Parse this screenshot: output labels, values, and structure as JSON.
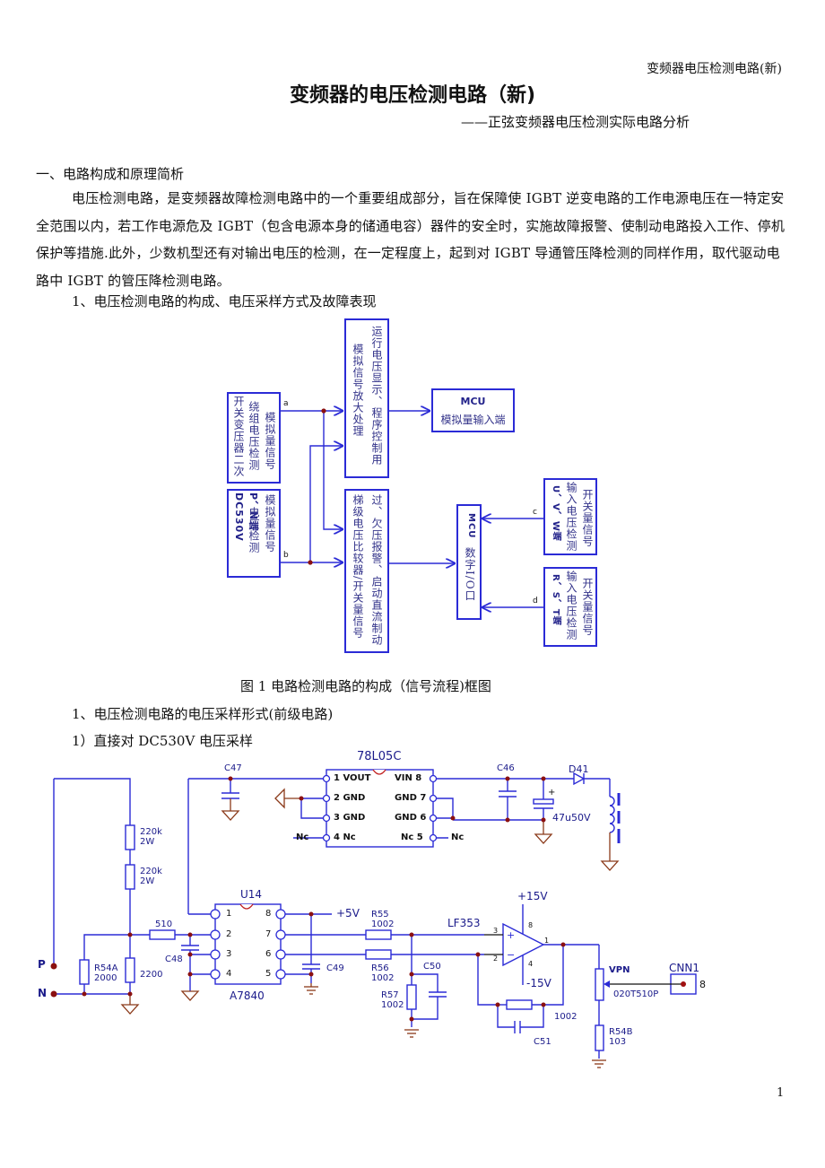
{
  "header": {
    "running_title": "变频器电压检测电路(新)"
  },
  "title": "变频器的电压检测电路（新)",
  "subtitle": "——正弦变频器电压检测实际电路分析",
  "section1": {
    "heading": "一、电路构成和原理简析",
    "paragraph": "电压检测电路，是变频器故障检测电路中的一个重要组成部分，旨在保障使 IGBT 逆变电路的工作电源电压在一特定安全范围以内，若工作电源危及 IGBT（包含电源本身的储通电容）器件的安全时，实施故障报警、使制动电路投入工作、停机保护等措施.此外，少数机型还有对输出电压的检测，在一定程度上，起到对 IGBT 导通管压降检测的同样作用，取代驱动电路中 IGBT 的管压降检测电路。",
    "sub1": "1、电压检测电路的构成、电压采样方式及故障表现"
  },
  "block_diagram": {
    "box_transformer": {
      "col1": "开关变压器二次",
      "col2": "绕组电压检测",
      "col3": "模拟量信号"
    },
    "box_pn": {
      "col1": "P、N端DC530V",
      "col2": "电压检测",
      "col3": "模拟量信号"
    },
    "box_analog_proc": {
      "col1": "模拟信号放大处理",
      "col2": "运行电压显示、程序控制用"
    },
    "box_comparator": {
      "col1": "梯级电压比较器/开关量信号",
      "col2": "过、欠压报警、启动直流制动"
    },
    "mcu_analog": {
      "title": "MCU",
      "subtitle": "模拟量输入端"
    },
    "mcu_digital": {
      "title": "MCU",
      "subtitle": "数字I/O口"
    },
    "box_uvw": {
      "col1": "U、V、W端",
      "col2": "输入电压检测",
      "col3": "开关量信号"
    },
    "box_rst": {
      "col1": "R、S、T端",
      "col2": "输入电压检测",
      "col3": "开关量信号"
    },
    "signal_labels": {
      "a": "a",
      "b": "b",
      "c": "c",
      "d": "d"
    }
  },
  "figure1_caption": "图 1  电路检测电路的构成（信号流程)框图",
  "section2": {
    "sub1": "1、电压检测电路的电压采样形式(前级电路)",
    "sub2": "1）直接对 DC530V 电压采样"
  },
  "schematic": {
    "regulator": {
      "name": "78L05C",
      "pins": {
        "p1": "1  VOUT",
        "p2": "2  GND",
        "p3": "3  GND",
        "p4": "4  Nc",
        "p5": "Nc  5",
        "p6": "GND  6",
        "p7": "GND  7",
        "p8": "VIN  8"
      },
      "nc_left": "Nc",
      "nc_right": "Nc"
    },
    "c47": "C47",
    "c46": "C46",
    "cap_elec": "47u50V",
    "d41": "D41",
    "r_top1": {
      "value": "220k",
      "power": "2W"
    },
    "r_top2": {
      "value": "220k",
      "power": "2W"
    },
    "r510": "510",
    "r54a": {
      "name": "R54A",
      "value": "2000"
    },
    "r2200": "2200",
    "c48": "C48",
    "node_p": "P",
    "node_n": "N",
    "u14": {
      "name": "U14",
      "part": "A7840",
      "pins_left": [
        "1",
        "2",
        "3",
        "4"
      ],
      "pins_right": [
        "8",
        "7",
        "6",
        "5"
      ]
    },
    "plus5v": "+5V",
    "c49": "C49",
    "r55": {
      "name": "R55",
      "value": "1002"
    },
    "r56": {
      "name": "R56",
      "value": "1002"
    },
    "r57": {
      "name": "R57",
      "value": "1002"
    },
    "c50": "C50",
    "opamp": {
      "name": "LF353",
      "pin3": "3",
      "pin2": "2",
      "pin8": "8",
      "pin4": "4",
      "pin1": "1",
      "vpos": "+15V",
      "vneg": "-15V"
    },
    "r_fb": "1002",
    "c51": "C51",
    "vpn": {
      "name": "VPN",
      "part": "020T510P"
    },
    "r54b": {
      "name": "R54B",
      "value": "103"
    },
    "cnn1": {
      "name": "CNN1",
      "pin": "8"
    }
  },
  "page_number": "1"
}
